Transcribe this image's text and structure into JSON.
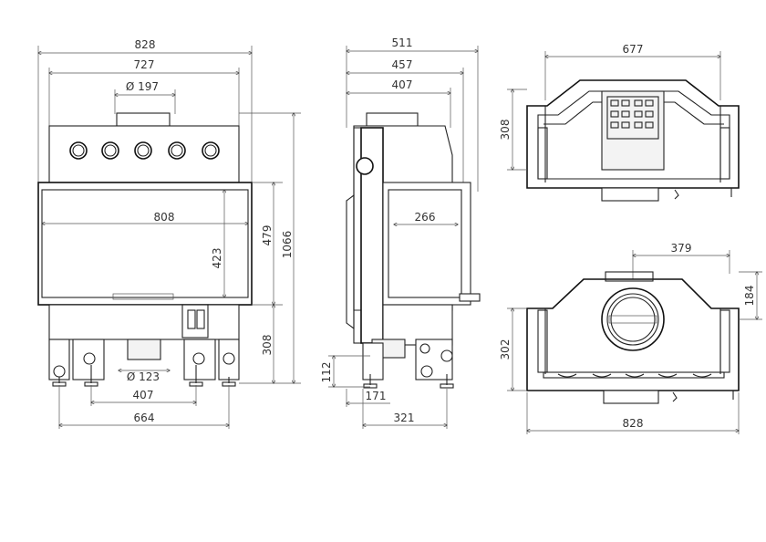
{
  "front_view": {
    "width_overall": "828",
    "width_top": "727",
    "flue_diameter": "Ø 197",
    "glass_width": "808",
    "glass_height": "423",
    "door_height": "479",
    "total_height": "1066",
    "leg_height": "308",
    "air_inlet_diameter": "Ø 123",
    "leg_spacing_inner": "407",
    "leg_spacing_outer": "664"
  },
  "side_view": {
    "depth_overall": "511",
    "depth_mid": "457",
    "depth_flue": "407",
    "glass_depth": "266",
    "foot_height": "112",
    "foot_offset": "171",
    "base_depth": "321"
  },
  "top_view": {
    "width": "677",
    "depth": "308"
  },
  "bottom_view": {
    "flue_offset": "379",
    "flue_depth": "184",
    "depth": "302",
    "width": "828"
  }
}
